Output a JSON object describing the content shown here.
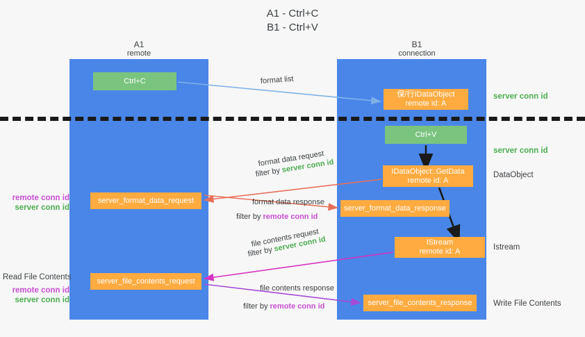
{
  "title": {
    "line1": "A1 - Ctrl+C",
    "line2": "B1 - Ctrl+V"
  },
  "columns": {
    "left": {
      "name": "A1",
      "role": "remote"
    },
    "right": {
      "name": "B1",
      "role": "connection"
    }
  },
  "nodes": {
    "ctrl_c": {
      "line1": "Ctrl+C",
      "line2": ""
    },
    "dataobject": {
      "line1": "保/行IDataObject",
      "line2": "remote id: A"
    },
    "ctrl_v": {
      "line1": "Ctrl+V",
      "line2": ""
    },
    "getdata": {
      "line1": "IDataObject::GetData",
      "line2": "remote id: A"
    },
    "format_req": {
      "line1": "server_format_data_request",
      "line2": ""
    },
    "format_resp": {
      "line1": "server_format_data_response",
      "line2": ""
    },
    "istream": {
      "line1": "IStream",
      "line2": "remote id: A"
    },
    "file_req": {
      "line1": "server_file_contents_request",
      "line2": ""
    },
    "file_resp": {
      "line1": "server_file_contents_response",
      "line2": ""
    }
  },
  "edges": {
    "format_list": "format list",
    "format_data_request": "format data request",
    "format_data_response": "format data response",
    "file_contents_request": "file contents request",
    "file_contents_response": "file contents response",
    "filter_by": "filter by ",
    "server_conn_id": "server conn id",
    "remote_conn_id": "remote conn id"
  },
  "side_labels": {
    "server_conn_id_top": "server conn id",
    "server_conn_id_mid": "server conn id",
    "dataobject": "DataObject",
    "istream": "Istream",
    "write_file_contents": "Write File Contents",
    "read_file_contents": "Read File Contents",
    "remote_conn_id": "remote conn id",
    "server_conn_id": "server conn id"
  },
  "colors": {
    "lane": "#4a86e8",
    "node_orange": "#ffab40",
    "node_green": "#7ac47f",
    "server_conn_id": "#4cae50",
    "remote_conn_id": "#c94fd4",
    "arrow_blue": "#7fb3e8",
    "arrow_red": "#e8705a",
    "arrow_magenta": "#d633c0",
    "arrow_purple": "#a64bd6",
    "arrow_black": "#1a1a1a",
    "background": "#f7f7f7"
  }
}
